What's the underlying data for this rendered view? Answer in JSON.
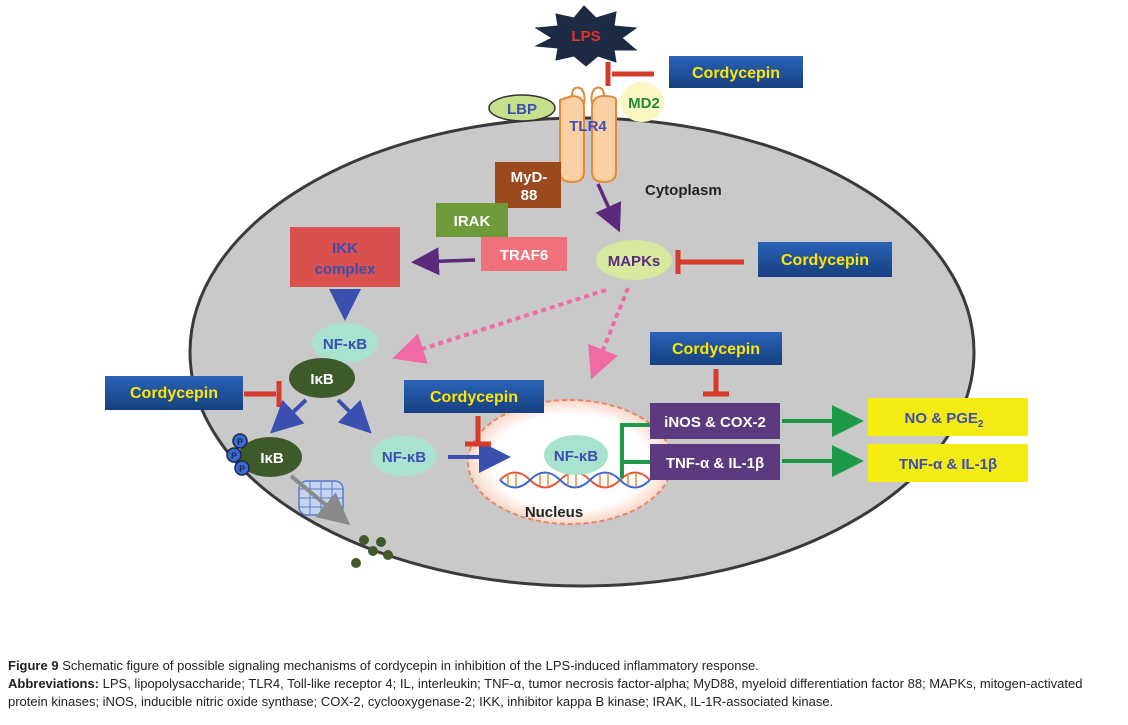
{
  "stimulus": {
    "lps": "LPS"
  },
  "receptor": {
    "lbp": "LBP",
    "md2": "MD2",
    "tlr4": "TLR4"
  },
  "adaptors": {
    "myd88_line1": "MyD-",
    "myd88_line2": "88",
    "irak": "IRAK",
    "traf6": "TRAF6"
  },
  "complexes": {
    "ikk_line1": "IKK",
    "ikk_line2": "complex",
    "mapks": "MAPKs"
  },
  "nfkb": {
    "bound": "NF-κB",
    "free": "NF-κB",
    "nuclear": "NF-κB",
    "ikb": "IκB",
    "ikb_phos": "IκB",
    "p": "P"
  },
  "compartments": {
    "cytoplasm": "Cytoplasm",
    "nucleus": "Nucleus"
  },
  "genes": {
    "inos_cox2": "iNOS & COX-2",
    "tnf_il1": "TNF-α & IL-1β"
  },
  "products": {
    "no_pge_main": "NO & PGE",
    "no_pge_sub": "2",
    "tnf_il1": "TNF-α & IL-1β"
  },
  "inhibitor": {
    "label": "Cordycepin"
  },
  "caption": {
    "figure_label": "Figure 9",
    "figure_text": "Schematic figure of possible signaling mechanisms of cordycepin in inhibition of the LPS-induced inflammatory response.",
    "abbr_label": "Abbreviations:",
    "abbr_text": "LPS, lipopolysaccharide; TLR4, Toll-like receptor 4; IL, interleukin; TNF-α, tumor necrosis factor-alpha; MyD88, myeloid differentiation factor 88; MAPKs, mitogen-activated protein kinases; iNOS, inducible nitric oxide synthase; COX-2, cyclooxygenase-2; IKK, inhibitor kappa B kinase; IRAK, IL-1R-associated kinase."
  },
  "colors": {
    "cell": "#c9c9c9",
    "cordycepin_box": "#1f4e99",
    "cordycepin_text": "#ffe600",
    "inhibit": "#d63a2a",
    "pathway_purple": "#5c2a7a",
    "pathway_blue": "#3b4fb0",
    "dashed_pink": "#f06aa6",
    "gene_box": "#5b3a80",
    "product_box": "#f4ec10",
    "green_arrow": "#1d9a48"
  }
}
